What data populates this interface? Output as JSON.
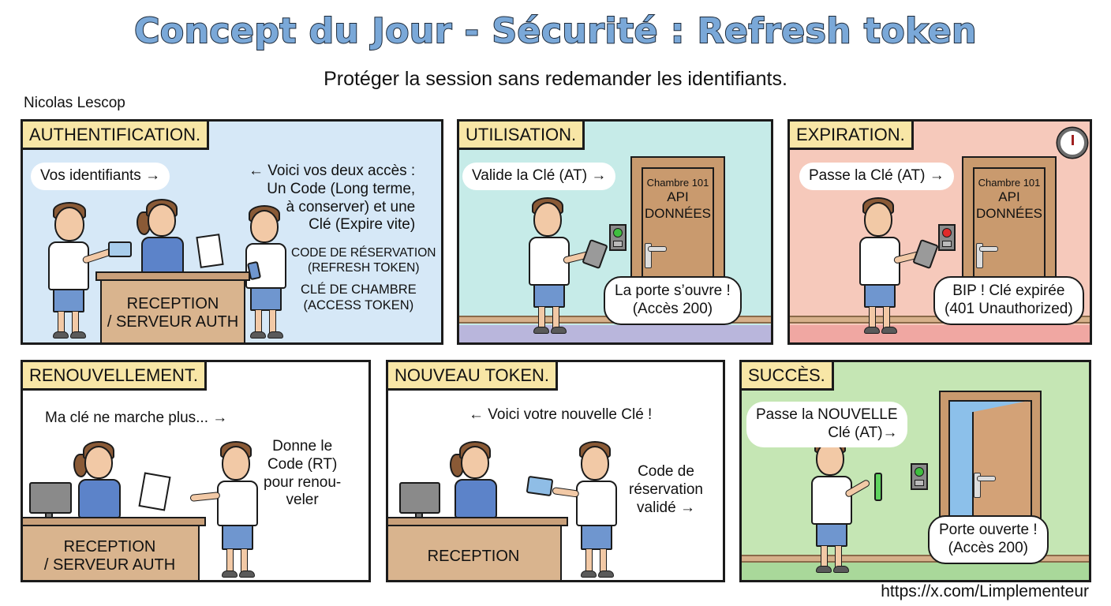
{
  "header": {
    "title": "Concept du Jour - Sécurité : Refresh token",
    "subtitle": "Protéger la session sans redemander les identifiants.",
    "author": "Nicolas Lescop"
  },
  "footer": {
    "credit": "https://x.com/Limplementeur"
  },
  "colors": {
    "title_fill": "#7aa8d8",
    "label_bg": "#f8e6a6",
    "panel1_bg": "#d6e8f7",
    "panel2_bg": "#c6ebe8",
    "panel3_bg": "#f6c9bb",
    "panel4_bg": "#ffffff",
    "panel5_bg": "#ffffff",
    "panel6_bg": "#c5e6b4",
    "led_ok": "#3fbf3f",
    "led_fail": "#e02a2a"
  },
  "panels": [
    {
      "label": "AUTHENTIFICATION.",
      "bubble_left": "Vos identifiants →",
      "bubble_right": [
        "← Voici vos deux accès :",
        "Un Code (Long terme,",
        "à conserver) et une",
        "Clé (Expire vite)"
      ],
      "notes": [
        {
          "lines": [
            "CODE DE RÉSERVATION",
            "(REFRESH TOKEN)"
          ]
        },
        {
          "lines": [
            "CLÉ DE CHAMBRE",
            "(ACCESS TOKEN)"
          ]
        }
      ],
      "desk": [
        "RECEPTION",
        "/ SERVEUR AUTH"
      ]
    },
    {
      "label": "UTILISATION.",
      "bubble_top": "Valide la Clé (AT) →",
      "door": {
        "room": "Chambre 101",
        "line1": "API",
        "line2": "DONNÉES"
      },
      "bubble_bottom": [
        "La porte s’ouvre !",
        "(Accès 200)"
      ],
      "reader_state": "green"
    },
    {
      "label": "EXPIRATION.",
      "bubble_top": "Passe la Clé (AT) →",
      "door": {
        "room": "Chambre 101",
        "line1": "API",
        "line2": "DONNÉES"
      },
      "bubble_bottom": [
        "BIP ! Clé expirée",
        "(401 Unauthorized)"
      ],
      "reader_state": "red",
      "icon": "clock-icon"
    },
    {
      "label": "RENOUVELLEMENT.",
      "bubble_top": "Ma clé ne marche plus... →",
      "note_right": [
        "Donne le",
        "Code (RT)",
        "pour renou-",
        "veler"
      ],
      "desk": [
        "RECEPTION",
        "/ SERVEUR AUTH"
      ]
    },
    {
      "label": "NOUVEAU TOKEN.",
      "bubble_top": "← Voici votre nouvelle Clé !",
      "note_right": [
        "Code de",
        "réservation",
        "validé →"
      ],
      "desk": [
        "RECEPTION"
      ]
    },
    {
      "label": "SUCCÈS.",
      "bubble_top": [
        "Passe la NOUVELLE",
        "Clé (AT)→"
      ],
      "bubble_bottom": [
        "Porte ouverte !",
        "(Accès 200)"
      ],
      "reader_state": "green"
    }
  ]
}
